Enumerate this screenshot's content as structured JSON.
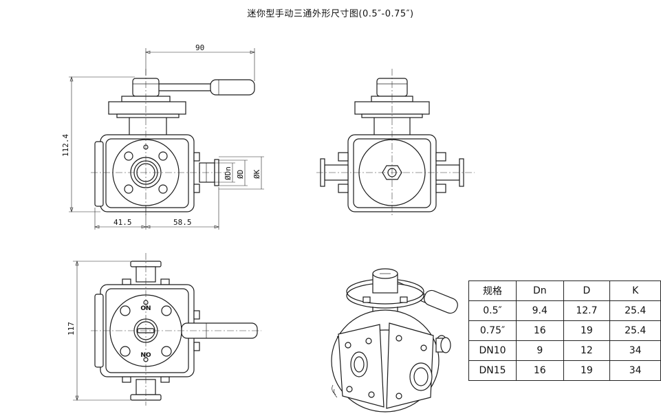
{
  "title": "迷你型手动三通外形尺寸图(0.5″-0.75″)",
  "dimensions": {
    "top_width": "90",
    "height_front": "112.4",
    "left_width": "41.5",
    "right_width": "58.5",
    "phi_dn": "ØDn",
    "phi_d": "ØD",
    "phi_k": "ØK",
    "height_bottom": "117"
  },
  "labels": {
    "on": "ON",
    "no": "NO"
  },
  "table": {
    "headers": [
      "规格",
      "Dn",
      "D",
      "K"
    ],
    "rows": [
      [
        "0.5″",
        "9.4",
        "12.7",
        "25.4"
      ],
      [
        "0.75″",
        "16",
        "19",
        "25.4"
      ],
      [
        "DN10",
        "9",
        "12",
        "34"
      ],
      [
        "DN15",
        "16",
        "19",
        "34"
      ]
    ]
  }
}
